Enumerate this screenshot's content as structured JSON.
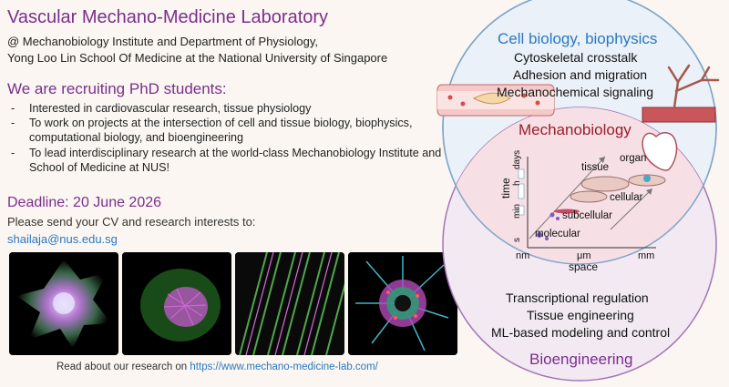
{
  "header": {
    "title": "Vascular Mechano-Medicine Laboratory",
    "affiliation_line1": "@ Mechanobiology Institute and Department of Physiology,",
    "affiliation_line2": "Yong Loo Lin School Of Medicine at the National University of Singapore"
  },
  "recruiting": {
    "heading": "We are recruiting PhD students:",
    "items": [
      "Interested in cardiovascular research, tissue physiology",
      "To work on projects at the intersection of cell and tissue biology, biophysics, computational biology, and bioengineering",
      "To lead interdisciplinary research at the world-class Mechanobiology Institute and School of Medicine at NUS!"
    ]
  },
  "deadline": {
    "label": "Deadline: 20 June 2026",
    "send_text": "Please send your CV and research interests to:",
    "email": "shailaja@nus.edu.sg"
  },
  "footer": {
    "text": "Read about our research on ",
    "url": "https://www.mechano-medicine-lab.com/"
  },
  "diagram": {
    "top_circle": {
      "title": "Cell biology, biophysics",
      "items": [
        "Cytoskeletal crosstalk",
        "Adhesion and migration",
        "Mechanochemical signaling"
      ]
    },
    "center": {
      "title": "Mechanobiology",
      "y_axis_label": "time",
      "y_ticks": [
        "days",
        "h",
        "min",
        "s"
      ],
      "x_axis_label": "space",
      "x_ticks": [
        "nm",
        "μm",
        "mm"
      ],
      "scales": [
        "molecular",
        "subcellular",
        "cellular",
        "tissue",
        "organ"
      ]
    },
    "bottom_circle": {
      "items": [
        "Transcriptional regulation",
        "Tissue engineering",
        "ML-based modeling and control"
      ],
      "title": "Bioengineering"
    }
  },
  "colors": {
    "purple": "#7a2f8c",
    "blue": "#2a78c2",
    "red": "#9a1f2a"
  }
}
